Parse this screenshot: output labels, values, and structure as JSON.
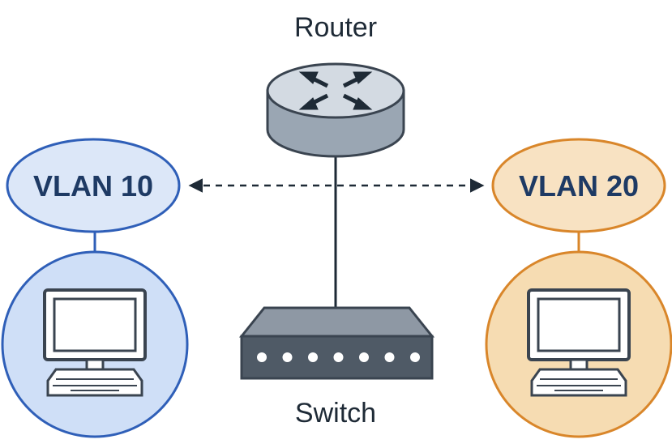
{
  "diagram": {
    "router": {
      "label": "Router",
      "color_top": "#d3dae2",
      "color_side": "#9aa6b3",
      "stroke": "#3a4450"
    },
    "switch": {
      "label": "Switch",
      "color_top": "#8e98a4",
      "color_front": "#4f5a66",
      "port_color": "#ffffff",
      "port_count": 7
    },
    "vlan_a": {
      "label": "VLAN 10",
      "fill": "#dce7f8",
      "circle_fill": "#cfdff7",
      "stroke": "#2f5fb8",
      "text_color": "#1e3a64"
    },
    "vlan_b": {
      "label": "VLAN 20",
      "fill": "#f8e2c2",
      "circle_fill": "#f6dcb2",
      "stroke": "#d9862a",
      "text_color": "#1e3a64"
    },
    "connection": {
      "style": "dashed double-arrow",
      "color": "#1e2a36"
    },
    "icons": [
      "router-icon",
      "switch-icon",
      "computer-icon"
    ]
  }
}
